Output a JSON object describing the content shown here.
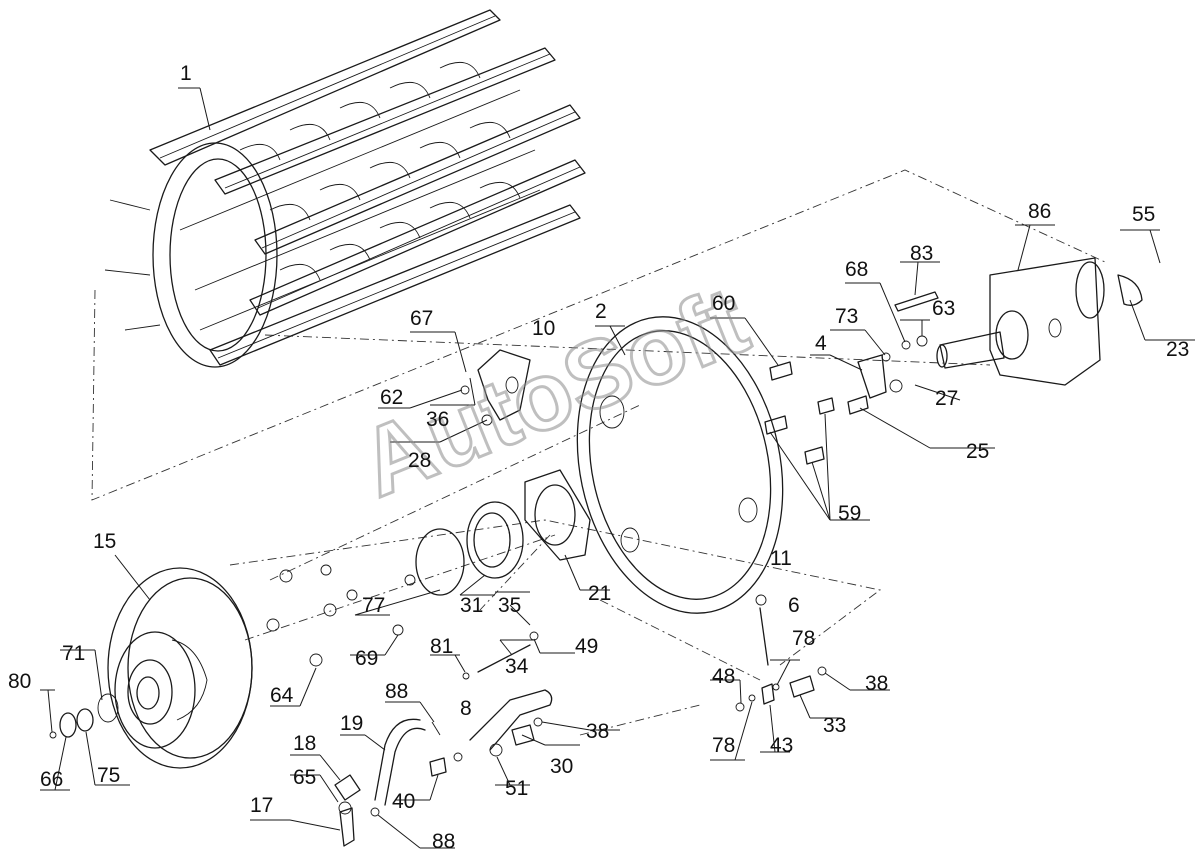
{
  "watermark": "AutoSoft",
  "labels": [
    "1",
    "2",
    "4",
    "6",
    "8",
    "10",
    "11",
    "15",
    "17",
    "18",
    "19",
    "21",
    "23",
    "25",
    "27",
    "28",
    "30",
    "31",
    "33",
    "34",
    "35",
    "36",
    "38",
    "38",
    "40",
    "43",
    "48",
    "49",
    "51",
    "55",
    "59",
    "60",
    "62",
    "63",
    "64",
    "65",
    "66",
    "67",
    "68",
    "69",
    "71",
    "73",
    "75",
    "77",
    "78",
    "78",
    "80",
    "81",
    "83",
    "86",
    "88",
    "88"
  ]
}
